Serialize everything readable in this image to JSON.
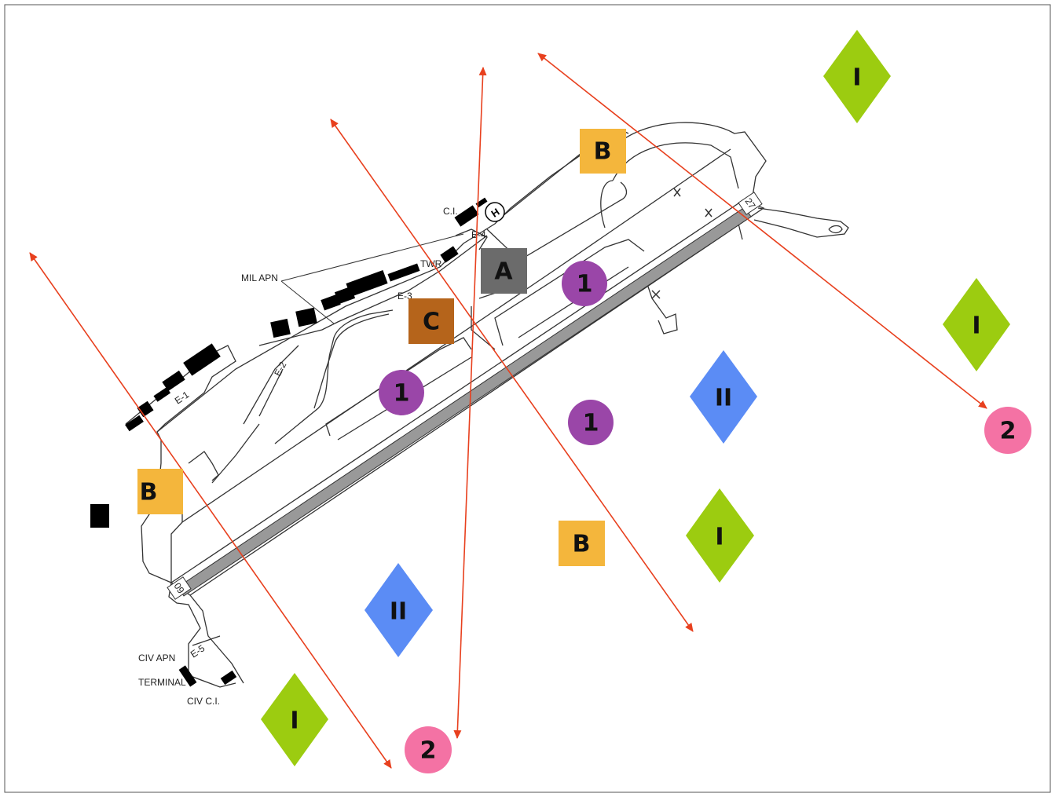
{
  "diagram": {
    "colors": {
      "frame": "#555555",
      "runway": "#999999",
      "linework": "#333333",
      "buildings": "#000000",
      "arrow": "#e8401e",
      "orange": "#f4b63c",
      "gray": "#6b6b6b",
      "brown": "#b5641b",
      "purple": "#9a46a8",
      "pink": "#f472a4",
      "green": "#9ccc10",
      "blue": "#5b8cf5"
    },
    "airport_labels": {
      "ci": "C.I.",
      "helipad": "H",
      "e4": "E-4",
      "twr": "TWR",
      "mil_apn": "MIL APN",
      "e3": "E-3",
      "e2": "E-2",
      "e1": "E-1",
      "rwy_27": "27",
      "rwy_09": "09",
      "e5": "E-5",
      "civ_apn": "CIV APN",
      "terminal": "TERMINAL",
      "civ_ci": "CIV C.I."
    },
    "markers": {
      "square_b_top": "B",
      "square_a": "A",
      "square_c": "C",
      "square_b_left": "B",
      "square_b_mid": "B",
      "circle_1_upper": "1",
      "circle_1_left": "1",
      "circle_1_mid": "1",
      "circle_2_right": "2",
      "circle_2_bottom": "2",
      "diamond_i_top": "I",
      "diamond_i_right": "I",
      "diamond_ii_mid": "II",
      "diamond_i_mid": "I",
      "diamond_ii_bottom": "II",
      "diamond_i_bottom": "I"
    }
  }
}
